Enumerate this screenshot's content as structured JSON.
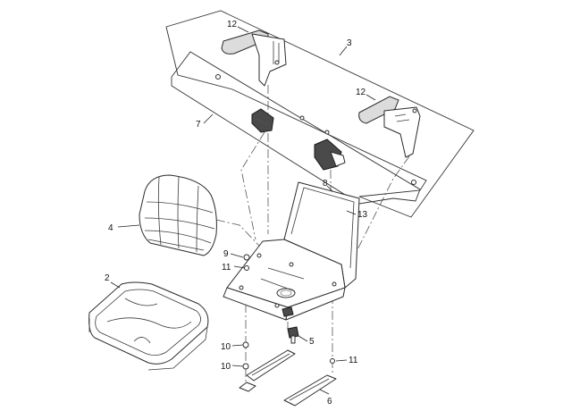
{
  "diagram": {
    "callouts": [
      {
        "id": "c12a",
        "label": "12"
      },
      {
        "id": "c3",
        "label": "3"
      },
      {
        "id": "c12b",
        "label": "12"
      },
      {
        "id": "c7",
        "label": "7"
      },
      {
        "id": "c8",
        "label": "8"
      },
      {
        "id": "c13",
        "label": "13"
      },
      {
        "id": "c4",
        "label": "4"
      },
      {
        "id": "c9",
        "label": "9"
      },
      {
        "id": "c11a",
        "label": "11"
      },
      {
        "id": "c2",
        "label": "2"
      },
      {
        "id": "c5",
        "label": "5"
      },
      {
        "id": "c10a",
        "label": "10"
      },
      {
        "id": "c10b",
        "label": "10"
      },
      {
        "id": "c11b",
        "label": "11"
      },
      {
        "id": "c6",
        "label": "6"
      }
    ]
  }
}
